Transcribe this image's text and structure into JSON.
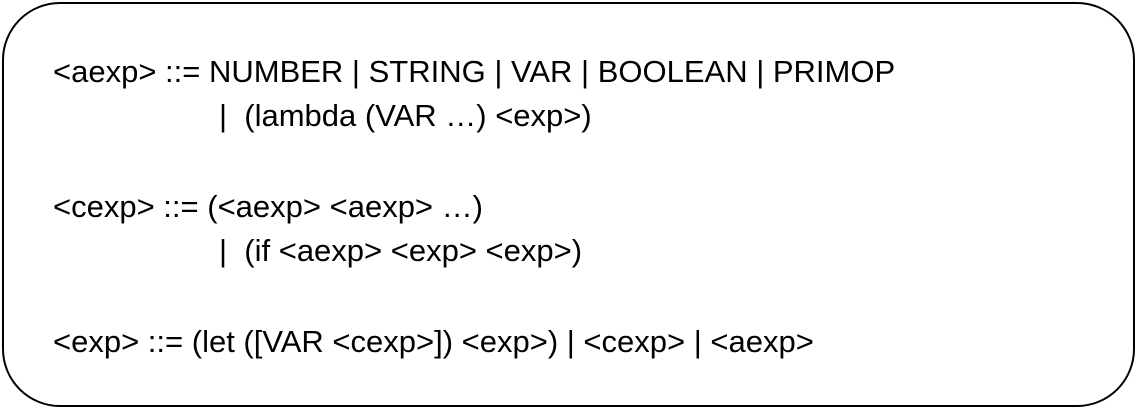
{
  "grammar": {
    "aexp_line1": "<aexp> ::= NUMBER | STRING | VAR | BOOLEAN | PRIMOP",
    "aexp_line2": "|  (lambda (VAR …) <exp>)",
    "cexp_line1": "<cexp> ::= (<aexp> <aexp> …)",
    "cexp_line2": "|  (if <aexp> <exp> <exp>)",
    "exp_line1": "<exp> ::= (let ([VAR <cexp>]) <exp>) | <cexp> | <aexp>"
  }
}
